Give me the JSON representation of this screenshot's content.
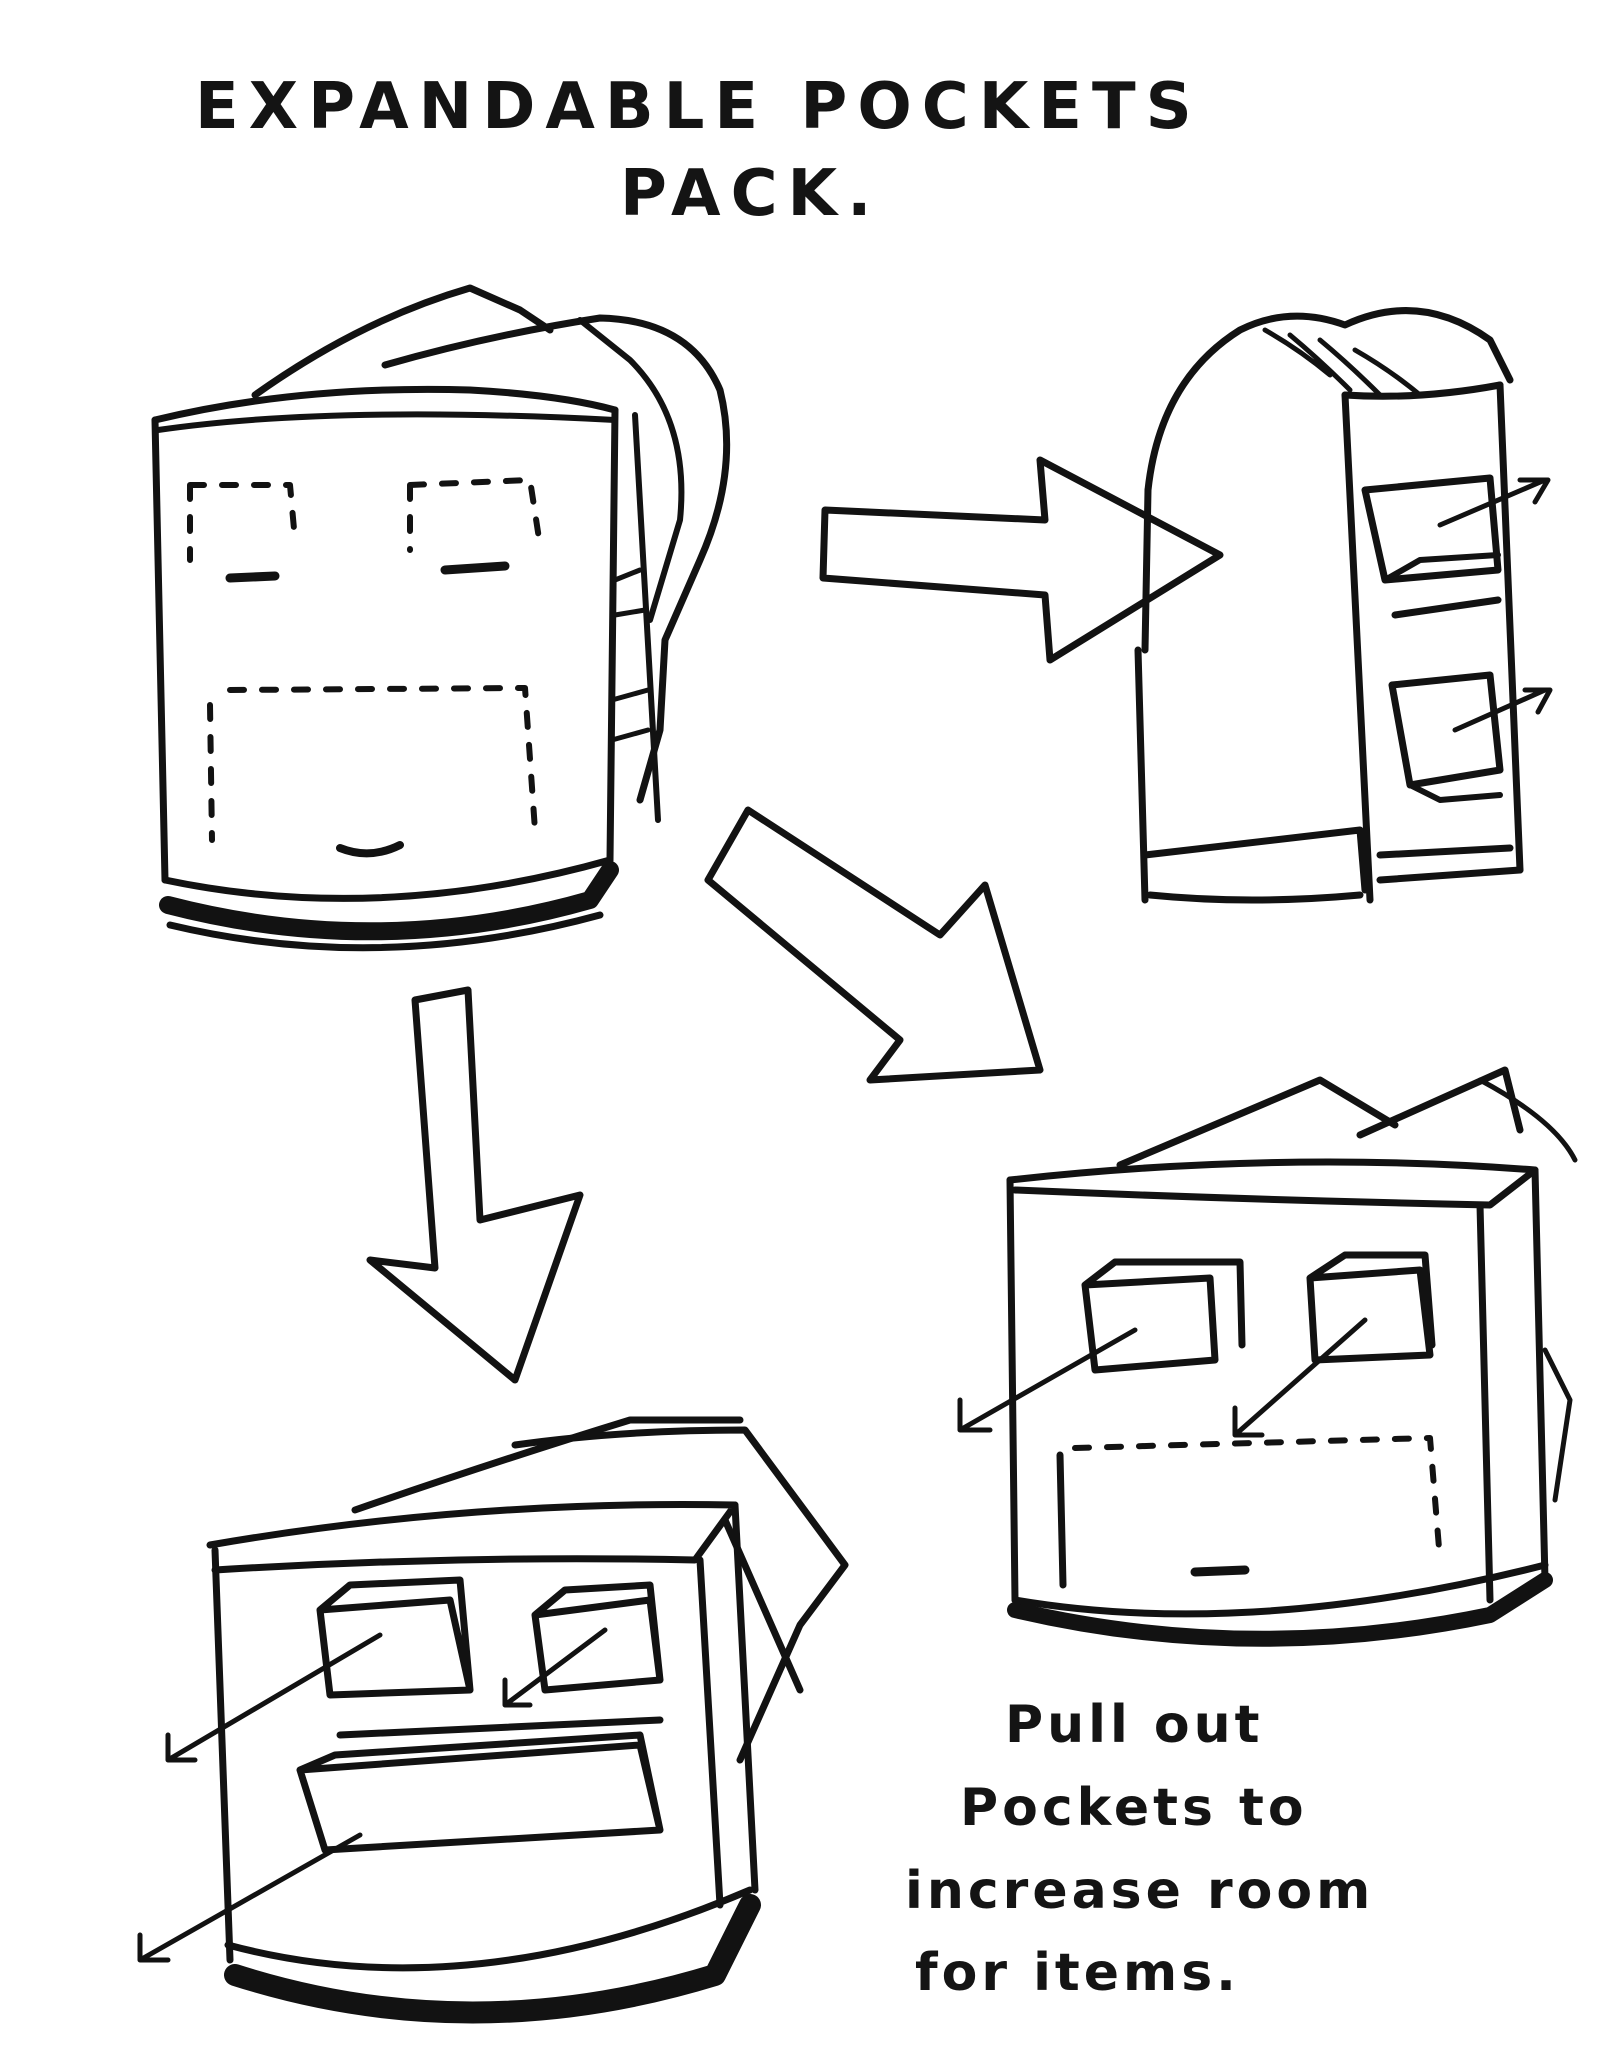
{
  "title": {
    "line1": "EXPANDABLE POCKETS",
    "line2": "PACK."
  },
  "caption": {
    "line1": "Pull out",
    "line2": "Pockets to",
    "line3": "increase room",
    "line4": "for items."
  },
  "colors": {
    "ink": "#121212",
    "paper": "#ffffff"
  }
}
